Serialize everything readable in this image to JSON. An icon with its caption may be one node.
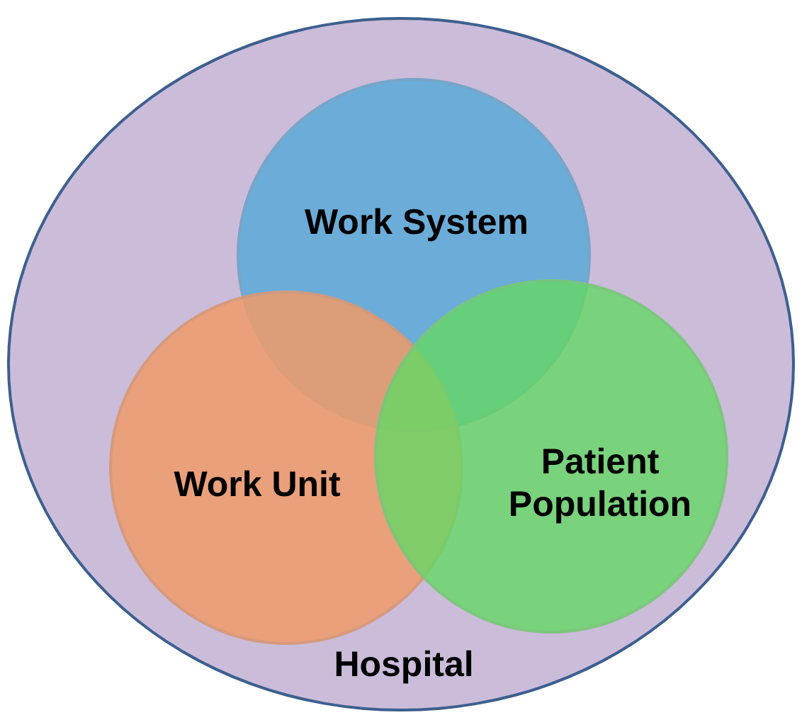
{
  "diagram": {
    "nodes": [
      {
        "text": [
          "Hospital"
        ]
      },
      {
        "text": [
          "Work System"
        ],
        "in": 0
      },
      {
        "text": [
          "Work Unit"
        ],
        "in": 0
      },
      {
        "text": [
          "Patient Population"
        ],
        "in": 0
      }
    ],
    "edges": []
  }
}
